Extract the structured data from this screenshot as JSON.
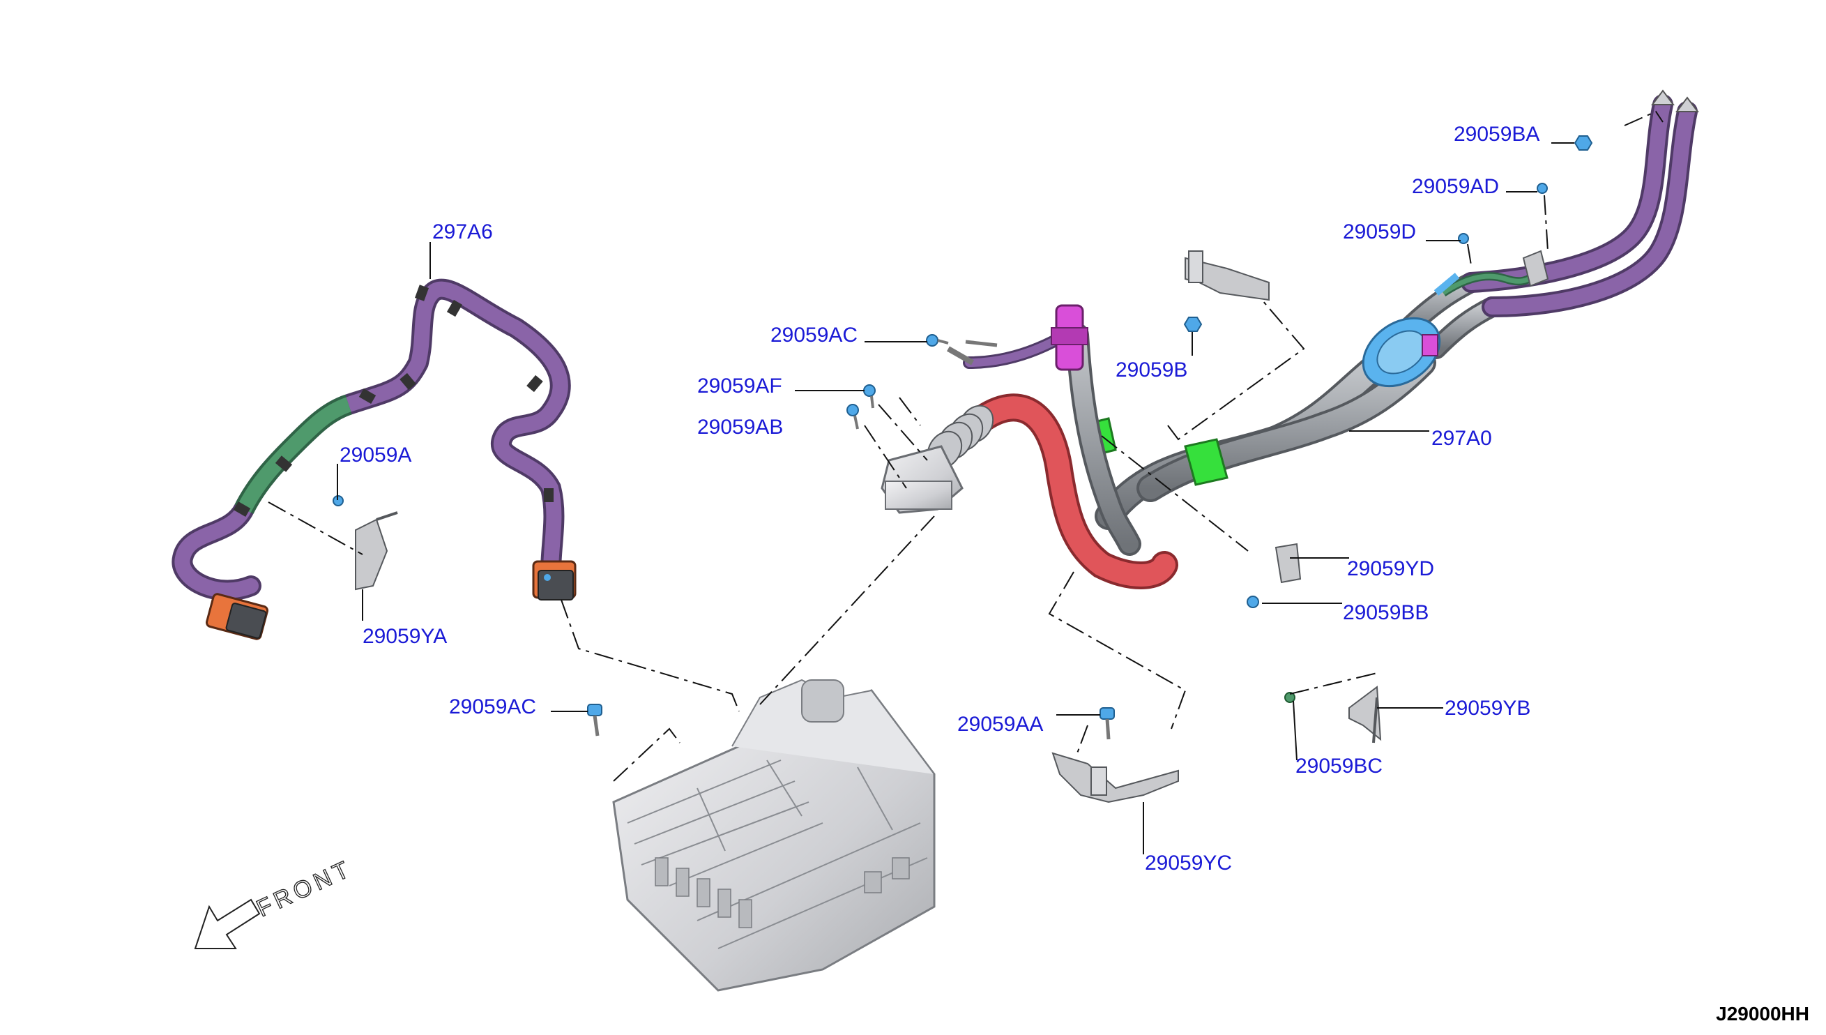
{
  "callouts": [
    {
      "id": "297A6",
      "text": "297A6"
    },
    {
      "id": "29059A",
      "text": "29059A"
    },
    {
      "id": "29059YA",
      "text": "29059YA"
    },
    {
      "id": "29059AC_upper",
      "text": "29059AC"
    },
    {
      "id": "29059AF",
      "text": "29059AF"
    },
    {
      "id": "29059AB",
      "text": "29059AB"
    },
    {
      "id": "29059B",
      "text": "29059B"
    },
    {
      "id": "29059BA",
      "text": "29059BA"
    },
    {
      "id": "29059AD",
      "text": "29059AD"
    },
    {
      "id": "29059D",
      "text": "29059D"
    },
    {
      "id": "297A0",
      "text": "297A0"
    },
    {
      "id": "29059YD",
      "text": "29059YD"
    },
    {
      "id": "29059BB",
      "text": "29059BB"
    },
    {
      "id": "29059AC_lower",
      "text": "29059AC"
    },
    {
      "id": "29059AA",
      "text": "29059AA"
    },
    {
      "id": "29059YC",
      "text": "29059YC"
    },
    {
      "id": "29059BC",
      "text": "29059BC"
    },
    {
      "id": "29059YB",
      "text": "29059YB"
    }
  ],
  "front_label": "FRONT",
  "diagram_ref": "J29000HH",
  "colors": {
    "label": "#1a1ad6",
    "harness_purple": "#8a64a8",
    "harness_green": "#4f9a6c",
    "cable_red": "#e0555a",
    "pipe_gray": "#9a9ea3",
    "clip_green": "#36e03c",
    "flange_blue": "#5ab3ee",
    "connector_magenta": "#d94fd9",
    "connector_orange": "#e8743c",
    "bolt_blue": "#4fa8e8",
    "metal_light": "#d9dadd"
  }
}
